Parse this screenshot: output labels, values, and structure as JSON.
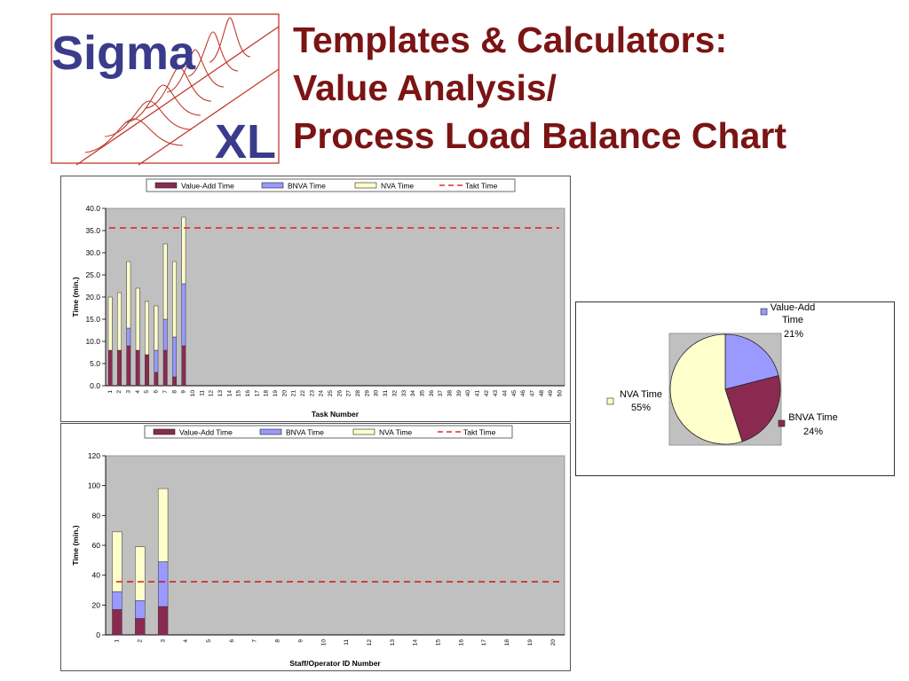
{
  "header": {
    "logo_text_top": "Sigma",
    "logo_text_bottom": "XL",
    "title_lines": [
      "Templates & Calculators:",
      "Value Analysis/",
      "Process Load Balance Chart"
    ]
  },
  "colors": {
    "value_add": "#8b2a50",
    "bnva": "#9999ff",
    "nva": "#ffffcc",
    "takt": "#dd0000",
    "plot_bg": "#c0c0c0",
    "title": "#7b1414",
    "logo_blue": "#3b3b8c",
    "logo_red": "#c0392b"
  },
  "chart_data": [
    {
      "type": "bar",
      "stacked": true,
      "xlabel": "Task Number",
      "ylabel": "Time (min.)",
      "ylim": [
        0,
        40
      ],
      "yticks": [
        "0.0",
        "5.0",
        "10.0",
        "15.0",
        "20.0",
        "25.0",
        "30.0",
        "35.0",
        "40.0"
      ],
      "categories": [
        "1",
        "2",
        "3",
        "4",
        "5",
        "6",
        "7",
        "8",
        "9",
        "10",
        "11",
        "12",
        "13",
        "14",
        "15",
        "16",
        "17",
        "18",
        "19",
        "20",
        "21",
        "22",
        "23",
        "24",
        "25",
        "26",
        "27",
        "28",
        "29",
        "30",
        "31",
        "32",
        "33",
        "34",
        "35",
        "36",
        "37",
        "38",
        "39",
        "40",
        "41",
        "42",
        "43",
        "44",
        "45",
        "46",
        "47",
        "48",
        "49",
        "50"
      ],
      "series": [
        {
          "name": "Value-Add Time",
          "values": [
            8,
            8,
            9,
            8,
            7,
            3,
            8,
            2,
            9
          ]
        },
        {
          "name": "BNVA Time",
          "values": [
            0,
            0,
            4,
            0,
            0,
            5,
            7,
            9,
            14
          ]
        },
        {
          "name": "NVA Time",
          "values": [
            12,
            13,
            15,
            14,
            12,
            10,
            17,
            17,
            15
          ]
        }
      ],
      "takt": {
        "name": "Takt Time",
        "value": 35.6
      },
      "legend": [
        "Value-Add Time",
        "BNVA Time",
        "NVA Time",
        "Takt Time"
      ],
      "legend_position": "top"
    },
    {
      "type": "bar",
      "stacked": true,
      "xlabel": "Staff/Operator ID Number",
      "ylabel": "Time (min.)",
      "ylim": [
        0,
        120
      ],
      "yticks": [
        "0",
        "20",
        "40",
        "60",
        "80",
        "100",
        "120"
      ],
      "categories": [
        "1",
        "2",
        "3",
        "4",
        "5",
        "6",
        "7",
        "8",
        "9",
        "10",
        "11",
        "12",
        "13",
        "14",
        "15",
        "16",
        "17",
        "18",
        "19",
        "20"
      ],
      "series": [
        {
          "name": "Value-Add Time",
          "values": [
            17,
            11,
            19
          ]
        },
        {
          "name": "BNVA Time",
          "values": [
            12,
            12,
            30
          ]
        },
        {
          "name": "NVA Time",
          "values": [
            40,
            36,
            49
          ]
        }
      ],
      "takt": {
        "name": "Takt Time",
        "value": 35.6
      },
      "legend": [
        "Value-Add Time",
        "BNVA Time",
        "NVA Time",
        "Takt Time"
      ],
      "legend_position": "top"
    },
    {
      "type": "pie",
      "slices": [
        {
          "name": "Value-Add Time",
          "label_lines": [
            "Value-Add",
            "Time"
          ],
          "pct_label": "21%",
          "value": 21
        },
        {
          "name": "BNVA Time",
          "label_lines": [
            "BNVA Time"
          ],
          "pct_label": "24%",
          "value": 24
        },
        {
          "name": "NVA Time",
          "label_lines": [
            "NVA Time"
          ],
          "pct_label": "55%",
          "value": 55
        }
      ]
    }
  ]
}
